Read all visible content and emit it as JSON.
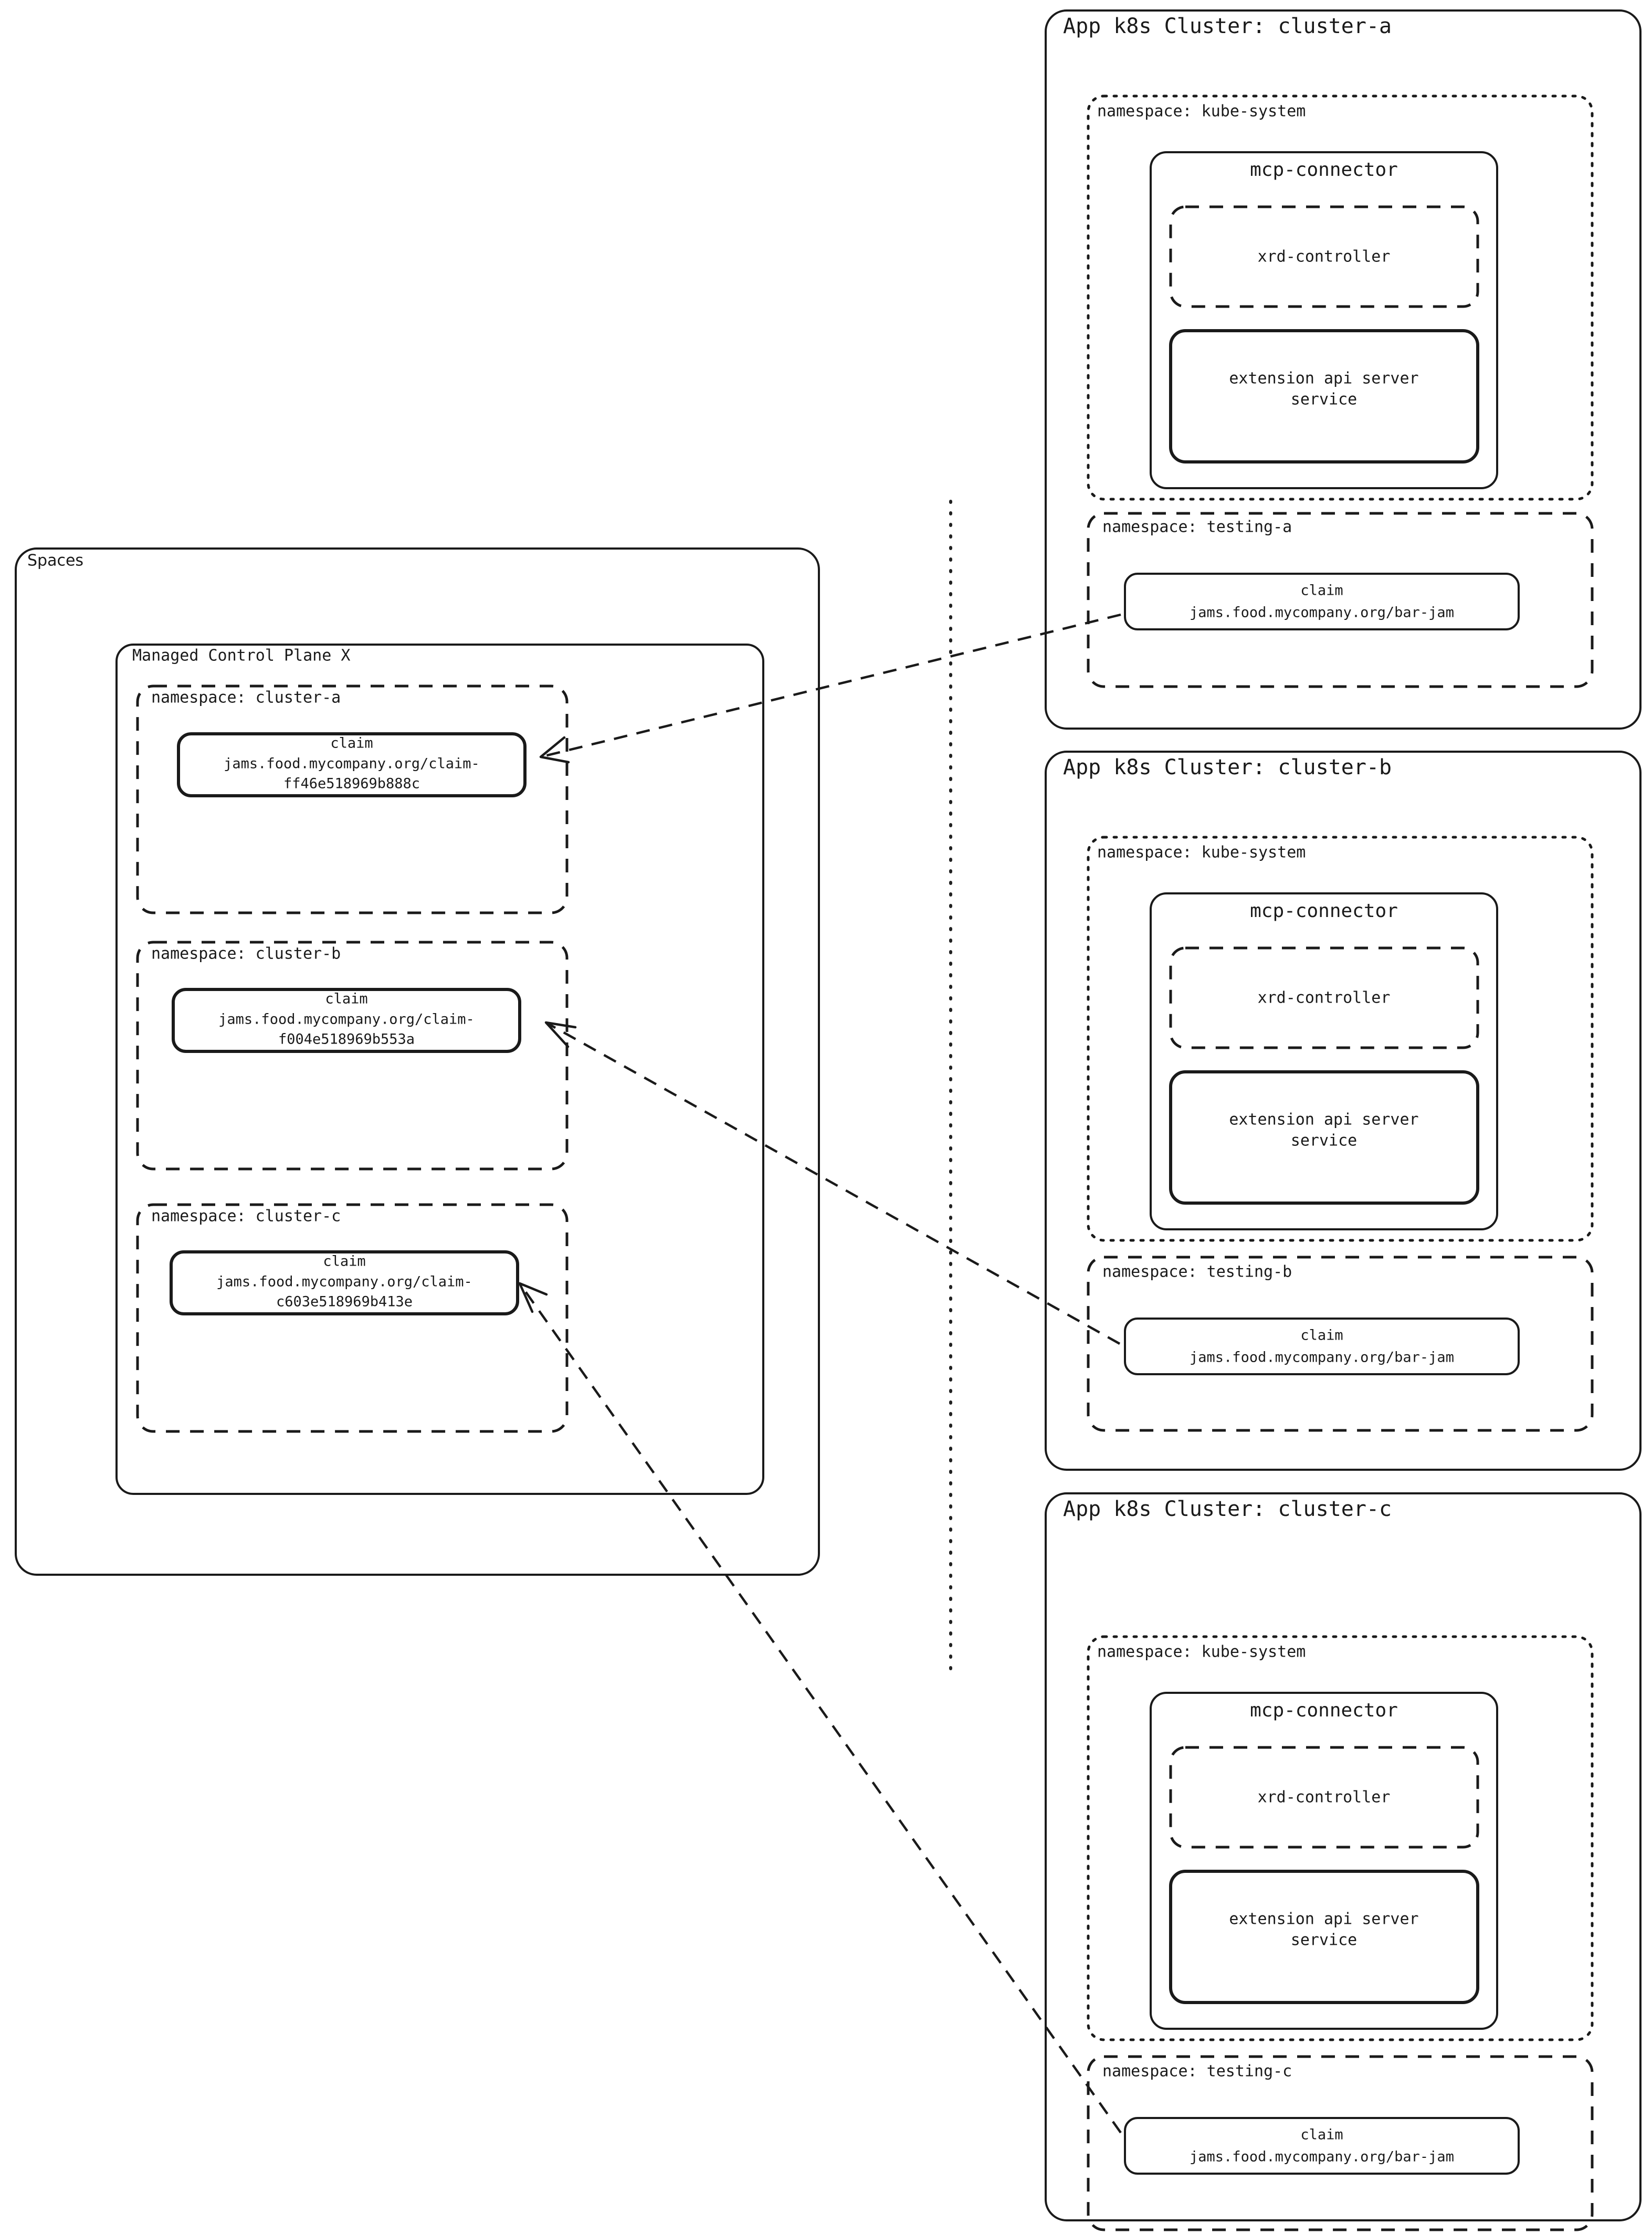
{
  "spaces": {
    "title": "Spaces",
    "control_plane": {
      "title": "Managed Control Plane X",
      "namespaces": [
        {
          "label": "namespace: cluster-a",
          "claim": {
            "kind": "claim",
            "ref_line1": "jams.food.mycompany.org/claim-",
            "ref_line2": "ff46e518969b888c"
          }
        },
        {
          "label": "namespace: cluster-b",
          "claim": {
            "kind": "claim",
            "ref_line1": "jams.food.mycompany.org/claim-",
            "ref_line2": "f004e518969b553a"
          }
        },
        {
          "label": "namespace: cluster-c",
          "claim": {
            "kind": "claim",
            "ref_line1": "jams.food.mycompany.org/claim-",
            "ref_line2": "c603e518969b413e"
          }
        }
      ]
    }
  },
  "clusters": [
    {
      "title": "App k8s Cluster: cluster-a",
      "kube_system": {
        "label": "namespace: kube-system",
        "connector": {
          "title": "mcp-connector",
          "controller": "xrd-controller",
          "api_service_line1": "extension api server",
          "api_service_line2": "service"
        }
      },
      "testing": {
        "label": "namespace: testing-a",
        "claim": {
          "kind": "claim",
          "ref": "jams.food.mycompany.org/bar-jam"
        }
      }
    },
    {
      "title": "App k8s Cluster: cluster-b",
      "kube_system": {
        "label": "namespace: kube-system",
        "connector": {
          "title": "mcp-connector",
          "controller": "xrd-controller",
          "api_service_line1": "extension api server",
          "api_service_line2": "service"
        }
      },
      "testing": {
        "label": "namespace: testing-b",
        "claim": {
          "kind": "claim",
          "ref": "jams.food.mycompany.org/bar-jam"
        }
      }
    },
    {
      "title": "App k8s Cluster: cluster-c",
      "kube_system": {
        "label": "namespace: kube-system",
        "connector": {
          "title": "mcp-connector",
          "controller": "xrd-controller",
          "api_service_line1": "extension api server",
          "api_service_line2": "service"
        }
      },
      "testing": {
        "label": "namespace: testing-c",
        "claim": {
          "kind": "claim",
          "ref": "jams.food.mycompany.org/bar-jam"
        }
      }
    }
  ],
  "colors": {
    "spaces_hatch": "#b2a9ea",
    "spaces_fill": "#f6f3ff",
    "namespace_hatch": "#7fc4ee",
    "namespace_fill": "#eaf7fd",
    "cluster_hatch": "#9adbe8",
    "cluster_fill": "#eefafb",
    "api_hatch": "#f2a9a9",
    "api_fill": "#fdf2f2",
    "stroke": "#1a1a1a",
    "white": "#ffffff"
  }
}
